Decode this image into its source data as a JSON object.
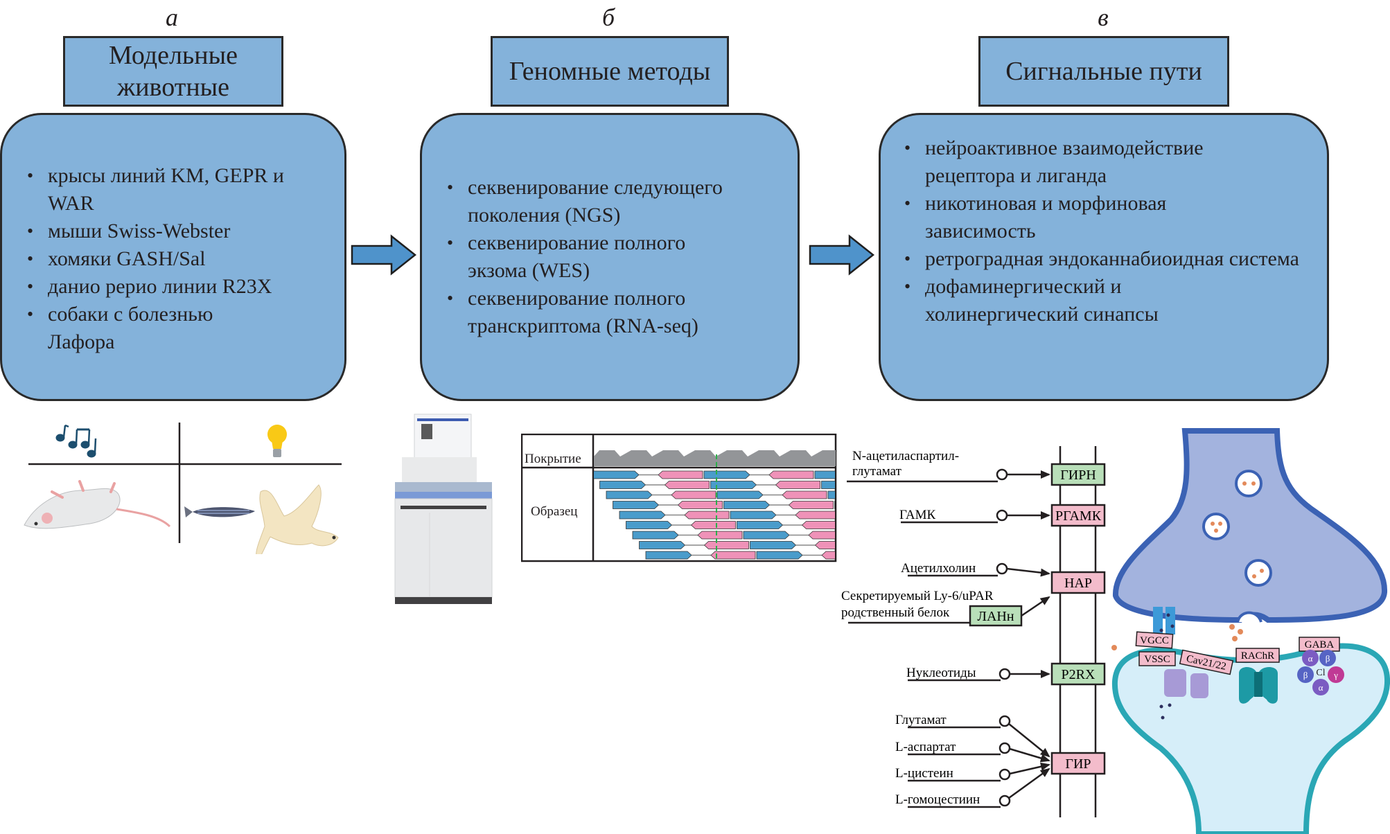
{
  "panels": [
    {
      "letter": "а",
      "title": "Модельные животные",
      "title_lines": [
        "Модельные",
        "животные"
      ],
      "items": [
        "крысы линий KM, GEPR и WAR",
        "мыши Swiss-Webster",
        "хомяки GASH/Sal",
        "данио рерио линии R23X",
        "собаки с болезнью Лафора"
      ]
    },
    {
      "letter": "б",
      "title": "Геномные методы",
      "items": [
        "секвенирование следующего поколения (NGS)",
        "секвенирование полного экзома (WES)",
        "секвенирование полного транскриптома (RNA-seq)"
      ]
    },
    {
      "letter": "в",
      "title": "Сигнальные пути",
      "items": [
        "нейроактивное взаимодействие рецептора и лиганда",
        "никотиновая и морфиновая зависимость",
        "ретроградная эндоканнабиоидная система",
        "дофаминергический и холинергический синапсы"
      ]
    }
  ],
  "colors": {
    "box_fill": "#84b2da",
    "arrow_fill": "#4f93cb",
    "read_forward": "#4a9ccb",
    "read_reverse": "#ef92b8",
    "coverage": "#939598",
    "variant_line": "#2bb04a",
    "receptor_green": "#b9dfb9",
    "receptor_pink": "#f3bccb",
    "presynaptic": "#a3b3de",
    "presynaptic_border": "#3b62b4",
    "postsynaptic": "#d6eef9",
    "postsynaptic_border": "#2aa7b5"
  },
  "animals": {
    "stimuli": [
      "music-notes",
      "light-bulb"
    ],
    "subjects": [
      "rat",
      "zebrafish",
      "dog"
    ]
  },
  "sequencing": {
    "coverage_label": "Покрытие",
    "sample_label": "Образец"
  },
  "pathway": {
    "ligands": [
      {
        "label": "N-ацетиласпартил-",
        "label2": "глутамат",
        "receptor": "ГИРН",
        "color": "green"
      },
      {
        "label": "ГАМК",
        "receptor": "РГАМК",
        "color": "pink"
      },
      {
        "label": "Ацетилхолин",
        "receptor": "НАР",
        "color": "pink"
      },
      {
        "label": "Секретируемый Ly-6/uPAR",
        "label2": "родственный белок",
        "modulator": "ЛАНн",
        "receptor": "НАР"
      },
      {
        "label": "Нуклеотиды",
        "receptor": "P2RX",
        "color": "green"
      },
      {
        "label": "Глутамат",
        "receptor": "ГИР",
        "color": "pink"
      },
      {
        "label": "L-аспартат",
        "receptor": "ГИР"
      },
      {
        "label": "L-цистеин",
        "receptor": "ГИР"
      },
      {
        "label": "L-гомоцестиин",
        "receptor": "ГИР"
      }
    ],
    "receptors": {
      "girn": "ГИРН",
      "rgamk": "РГАМК",
      "nar": "НАР",
      "lahn": "ЛАНн",
      "p2rx": "P2RX",
      "gir": "ГИР"
    }
  },
  "synapse": {
    "labels": {
      "vgcc": "VGCC",
      "vssc": "VSSC",
      "cav": "Cav21/22",
      "rachr": "RAChR",
      "gaba": "GABA",
      "cl": "Cl",
      "alpha": "α",
      "beta": "β",
      "gamma": "γ"
    }
  }
}
